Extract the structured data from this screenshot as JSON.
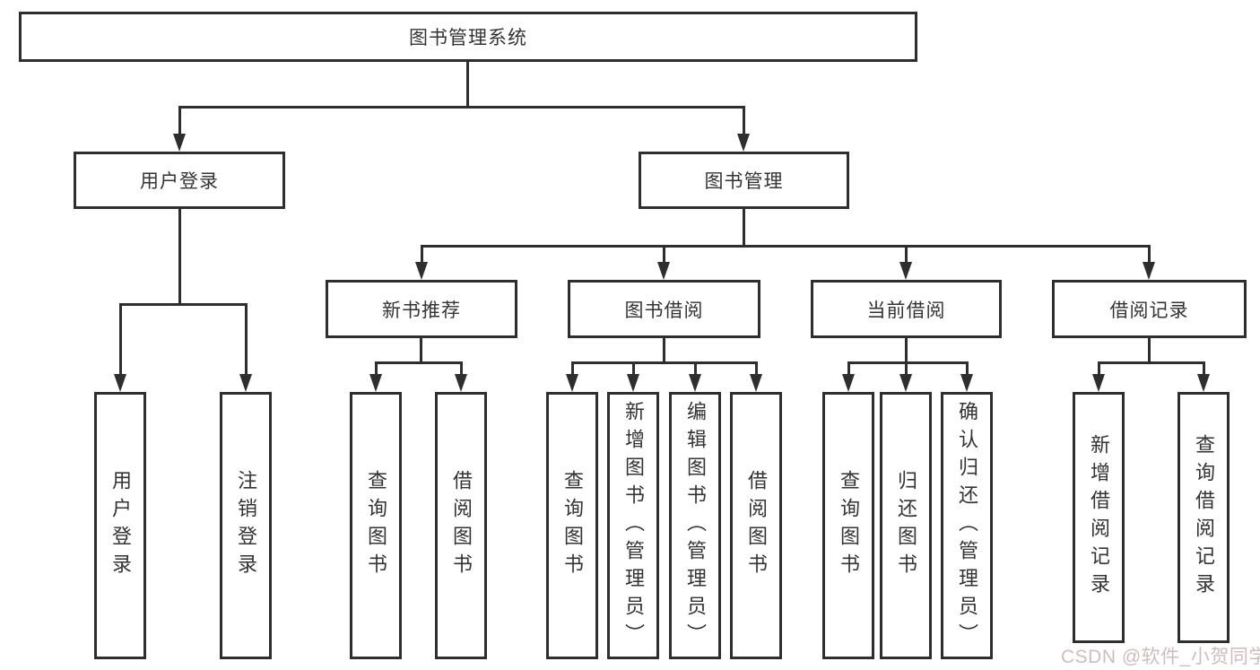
{
  "diagram": {
    "type": "tree",
    "title": "图书管理系统",
    "watermark": "CSDN @软件_小贺同学",
    "colors": {
      "line": "#2e2e2e",
      "box_border": "#2e2e2e",
      "text": "#333333",
      "background": "#ffffff",
      "watermark": "#c9b6b6"
    }
  },
  "nodes": {
    "root": {
      "label": "图书管理系统",
      "children": [
        "user_login",
        "book_mgmt"
      ]
    },
    "user_login": {
      "label": "用户登录",
      "children": [
        "leaf_user_login",
        "leaf_logout"
      ]
    },
    "book_mgmt": {
      "label": "图书管理",
      "children": [
        "new_book_rec",
        "book_borrow",
        "current_borrow",
        "borrow_records"
      ]
    },
    "leaf_user_login": {
      "label": "用户登录"
    },
    "leaf_logout": {
      "label": "注销登录"
    },
    "new_book_rec": {
      "label": "新书推荐",
      "children": [
        "nb_query",
        "nb_borrow"
      ]
    },
    "book_borrow": {
      "label": "图书借阅",
      "children": [
        "bb_query",
        "bb_add",
        "bb_edit",
        "bb_borrow"
      ]
    },
    "current_borrow": {
      "label": "当前借阅",
      "children": [
        "cb_query",
        "cb_return",
        "cb_confirm"
      ]
    },
    "borrow_records": {
      "label": "借阅记录",
      "children": [
        "br_add",
        "br_query"
      ]
    },
    "nb_query": {
      "label": "查询图书"
    },
    "nb_borrow": {
      "label": "借阅图书"
    },
    "bb_query": {
      "label": "查询图书"
    },
    "bb_add": {
      "label": "新增图书（管理员）"
    },
    "bb_edit": {
      "label": "编辑图书（管理员）"
    },
    "bb_borrow": {
      "label": "借阅图书"
    },
    "cb_query": {
      "label": "查询图书"
    },
    "cb_return": {
      "label": "归还图书"
    },
    "cb_confirm": {
      "label": "确认归还（管理员）"
    },
    "br_add": {
      "label": "新增借阅记录"
    },
    "br_query": {
      "label": "查询借阅记录"
    }
  }
}
